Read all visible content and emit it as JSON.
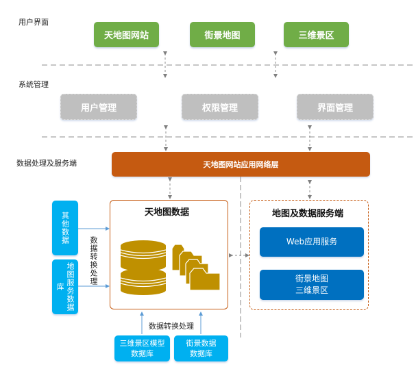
{
  "layers": {
    "user_interface": "用户界面",
    "system_management": "系统管理",
    "data_service": "数据处理及服务端"
  },
  "ui_apps": [
    {
      "label": "天地图网站"
    },
    {
      "label": "街景地图"
    },
    {
      "label": "三维景区"
    }
  ],
  "management": [
    {
      "label": "用户管理"
    },
    {
      "label": "权限管理"
    },
    {
      "label": "界面管理"
    }
  ],
  "network_layer": {
    "label": "天地图网站应用网络层"
  },
  "tianditu_data": {
    "title": "天地图数据",
    "icons": [
      "database-icon",
      "folders-icon"
    ]
  },
  "sources_left": [
    {
      "label": "其他数据"
    },
    {
      "label": "地图服务数据库"
    }
  ],
  "left_conversion_note": "数据转换处理",
  "sources_bottom": [
    {
      "line1": "三维景区模型",
      "line2": "数据库"
    },
    {
      "line1": "街景数据",
      "line2": "数据库"
    }
  ],
  "bottom_conversion_note": "数据转换处理",
  "server_panel": {
    "title": "地图及数据服务端",
    "web_service": "Web应用服务",
    "street_line1": "街景地图",
    "street_line2": "三维景区"
  },
  "colors": {
    "green": "#70ad47",
    "gray": "#bfbfbf",
    "orange": "#c55a11",
    "cyan": "#00b0f0",
    "blue": "#0070c0",
    "gold": "#bf9000"
  }
}
